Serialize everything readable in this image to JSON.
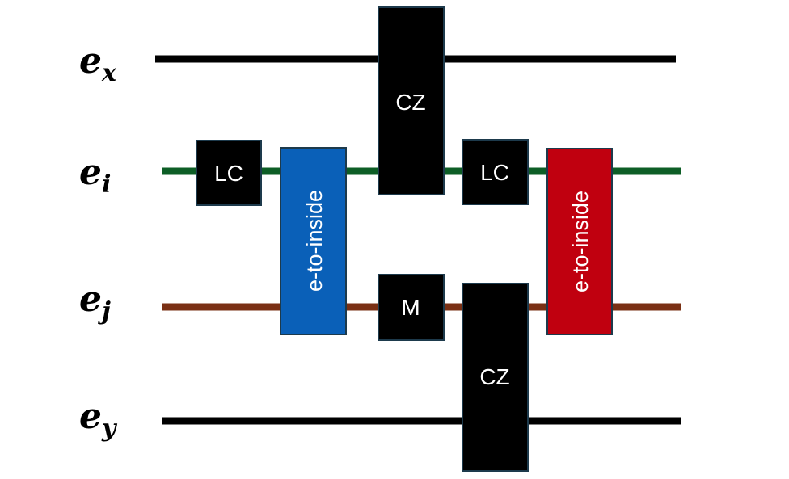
{
  "wires": [
    {
      "id": "ex",
      "label_main": "e",
      "label_sub": "x",
      "color": "#000000"
    },
    {
      "id": "ei",
      "label_main": "e",
      "label_sub": "i",
      "color": "#0d5e26"
    },
    {
      "id": "ej",
      "label_main": "e",
      "label_sub": "j",
      "color": "#7a3014"
    },
    {
      "id": "ey",
      "label_main": "e",
      "label_sub": "y",
      "color": "#000000"
    }
  ],
  "gates": {
    "lc1": {
      "label": "LC",
      "color": "#000000"
    },
    "eti1": {
      "label": "e-to-inside",
      "color": "#0a60b8"
    },
    "cz1": {
      "label": "CZ",
      "color": "#000000"
    },
    "m": {
      "label": "M",
      "color": "#000000"
    },
    "lc2": {
      "label": "LC",
      "color": "#000000"
    },
    "cz2": {
      "label": "CZ",
      "color": "#000000"
    },
    "eti2": {
      "label": "e-to-inside",
      "color": "#c0000f"
    }
  }
}
